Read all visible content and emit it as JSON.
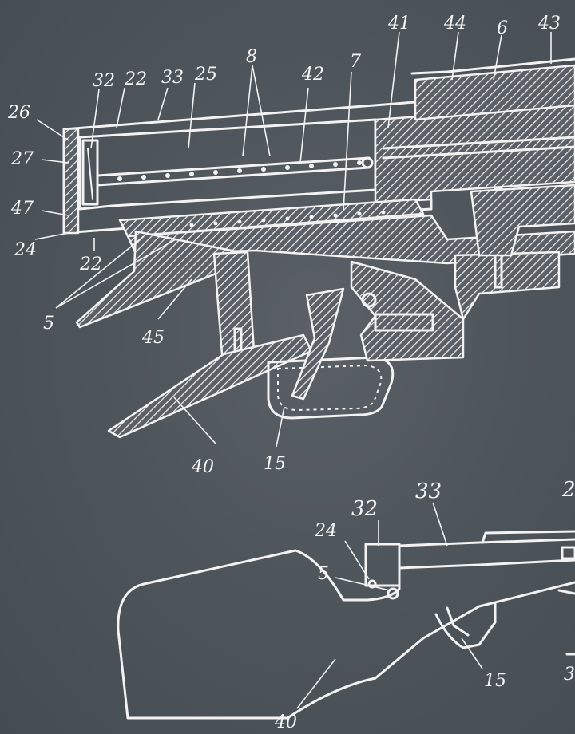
{
  "figure": {
    "background_color": "#4e555b",
    "line_color": "#f2f2f2"
  },
  "labels": {
    "top": {
      "l26": "26",
      "l27": "27",
      "l47": "47",
      "l24": "24",
      "l22b": "22",
      "l32": "32",
      "l22": "22",
      "l33": "33",
      "l25": "25",
      "l8": "8",
      "l42": "42",
      "l7": "7",
      "l41": "41",
      "l44": "44",
      "l6": "6",
      "l43": "43",
      "l5": "5",
      "l45": "45",
      "l40": "40",
      "l15": "15"
    },
    "bottom": {
      "l32": "32",
      "l33": "33",
      "l24": "24",
      "l5": "5",
      "l15": "15",
      "l40": "40",
      "l2": "2",
      "l3": "3"
    }
  }
}
